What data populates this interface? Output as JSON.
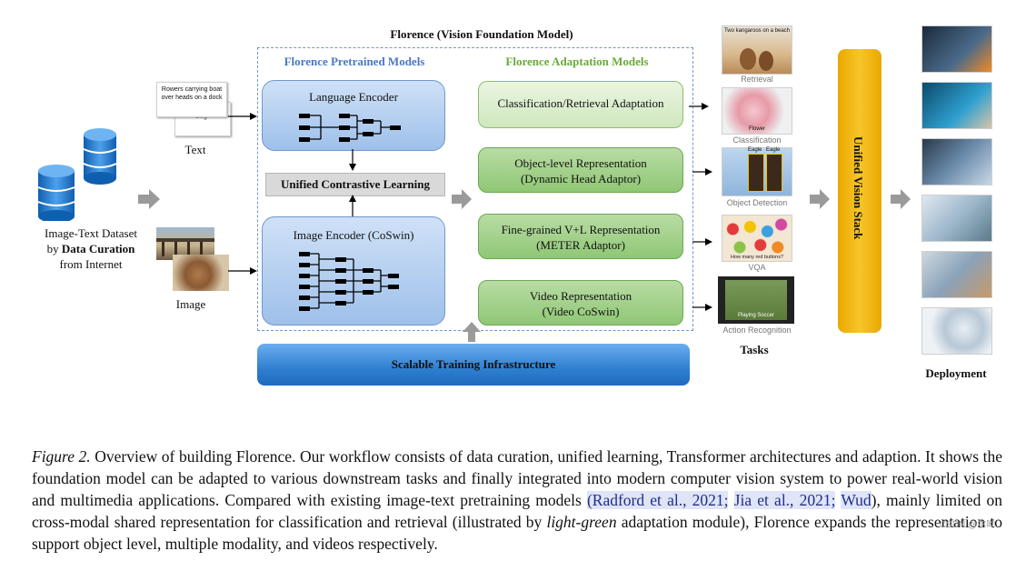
{
  "figure": {
    "title": "Florence (Vision Foundation Model)",
    "pretrained_header": "Florence Pretrained Models",
    "adaptation_header": "Florence Adaptation Models",
    "language_encoder": "Language Encoder",
    "unified_learning": "Unified Contrastive Learning",
    "image_encoder": "Image Encoder (CoSwin)",
    "infrastructure": "Scalable Training Infrastructure",
    "dataset": {
      "line1": "Image-Text Dataset",
      "line2_prefix": "by ",
      "line2_bold": "Data Curation",
      "line3": "from Internet"
    },
    "text_label": "Text",
    "image_label": "Image",
    "text_card_caption": "Rowers carrying boat over heads on a dock",
    "text_card_back": "Dog",
    "adaptations": [
      {
        "line1": "Classification/Retrieval Adaptation",
        "line2": ""
      },
      {
        "line1": "Object-level Representation",
        "line2": "(Dynamic Head Adaptor)"
      },
      {
        "line1": "Fine-grained V+L Representation",
        "line2": "(METER Adaptor)"
      },
      {
        "line1": "Video Representation",
        "line2": "(Video CoSwin)"
      }
    ],
    "tasks": [
      {
        "label": "Retrieval",
        "thumb_text": "Two kangaroos on a beach"
      },
      {
        "label": "Classification",
        "thumb_text": "Flower"
      },
      {
        "label": "Object Detection",
        "thumb_text": "Eagle"
      },
      {
        "label": "VQA",
        "thumb_text": "How many red buttons?"
      },
      {
        "label": "Action Recognition",
        "thumb_text": "Playing Soccer"
      }
    ],
    "tasks_title": "Tasks",
    "stack": "Unified Vision Stack",
    "deployment": "Deployment"
  },
  "caption": {
    "figure_label": "Figure 2.",
    "seg1": " Overview of building Florence. Our workflow consists of data curation, unified learning, Transformer architectures and adaption. It shows the foundation model can be adapted to various downstream tasks and finally integrated into modern computer vision system to power real-world vision and multimedia applications. Compared with existing image-text pretraining models ",
    "cite1": "(Radford et al., 2021;",
    "cite2": "Jia et al., 2021;",
    "cite3": "Wud",
    "seg2": "), mainly limited on cross-modal shared representation for classification and retrieval (illustrated by ",
    "italic": "light-green",
    "seg3": " adaptation module), Florence expands the representation to support object level, multiple modality, and videos respectively."
  },
  "watermark": "CSDN @尔呦",
  "colors": {
    "blue_dash": "#6f98cf",
    "pretrained_header": "#4a78c2",
    "adaptation_header": "#6aaa3a",
    "stack_yellow": "#f3b400",
    "infra_blue": "#2f7fd0"
  }
}
